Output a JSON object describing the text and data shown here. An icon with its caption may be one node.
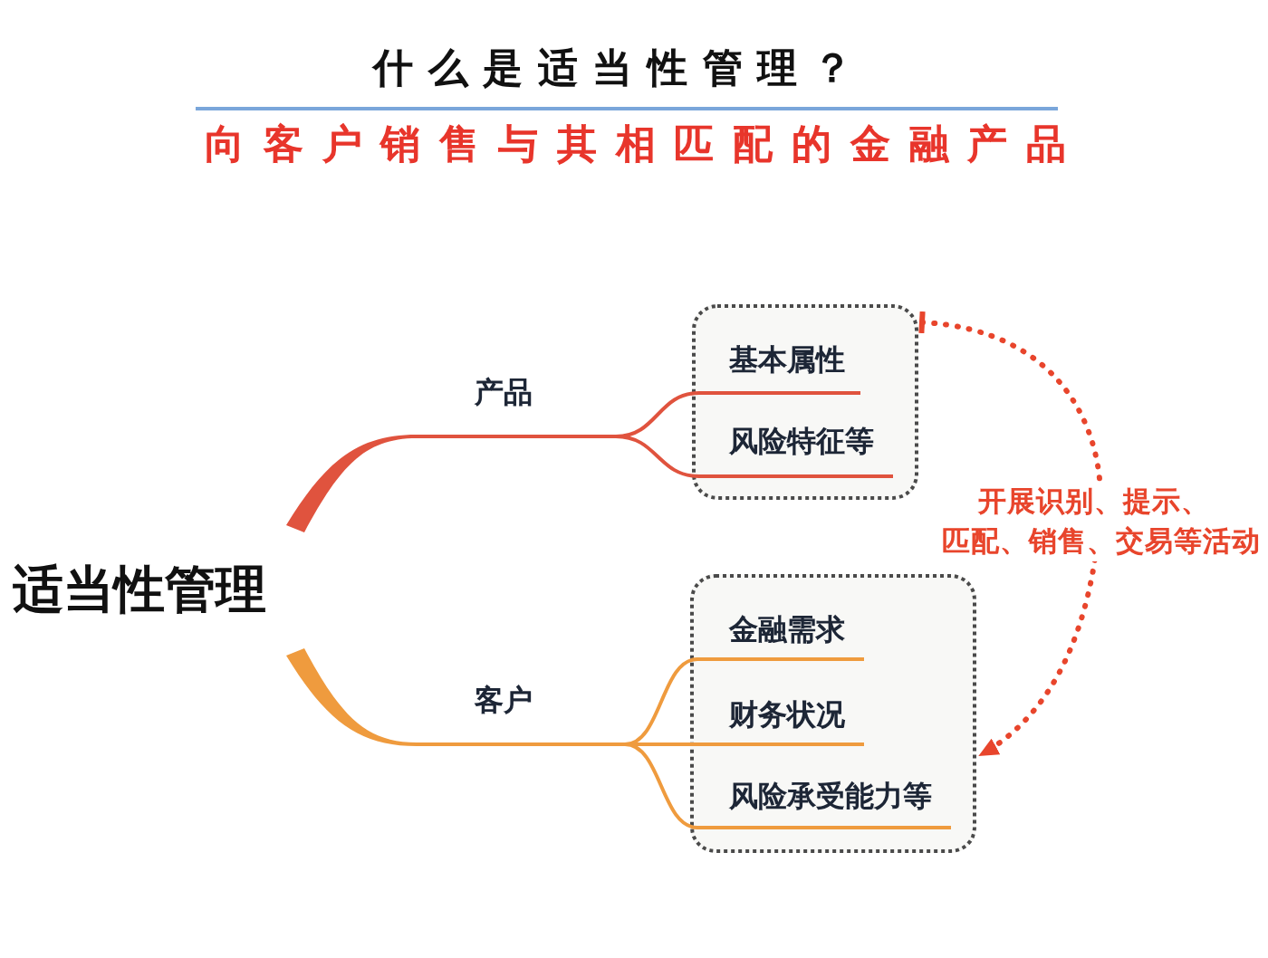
{
  "diagram": {
    "title": "什么是适当性管理？",
    "nodes": [
      {
        "text": [
          "适当性管理"
        ]
      },
      {
        "text": [
          "产品"
        ]
      },
      {
        "text": [],
        "shape": "box"
      },
      {
        "text": [
          "基本属性"
        ],
        "in": 2
      },
      {
        "text": [
          "风险特征等"
        ],
        "in": 2
      },
      {
        "text": [
          "客户"
        ]
      },
      {
        "text": [],
        "shape": "box"
      },
      {
        "text": [
          "金融需求"
        ],
        "in": 6
      },
      {
        "text": [
          "财务状况"
        ],
        "in": 6
      },
      {
        "text": [
          "风险承受能力等"
        ],
        "in": 6
      }
    ],
    "edges": [
      {
        "from": 0,
        "to": 1,
        "arrow": "none",
        "style": "thick",
        "color": "#e0533e"
      },
      {
        "from": 1,
        "to": 3,
        "arrow": "none",
        "color": "#e0533e"
      },
      {
        "from": 1,
        "to": 4,
        "arrow": "none",
        "color": "#e0533e"
      },
      {
        "from": 0,
        "to": 5,
        "arrow": "none",
        "style": "thick"
      },
      {
        "from": 5,
        "to": 7,
        "arrow": "none"
      },
      {
        "from": 5,
        "to": 8,
        "arrow": "none"
      },
      {
        "from": 5,
        "to": 9,
        "arrow": "none"
      },
      {
        "from": 2,
        "to": 6,
        "arrow": "to",
        "label": "开展识别、提示、匹配、销售、交易等活动",
        "style": "dashed",
        "color": "#e8452c"
      }
    ],
    "labels": [
      "向客户销售与其相匹配的金融产品"
    ]
  }
}
